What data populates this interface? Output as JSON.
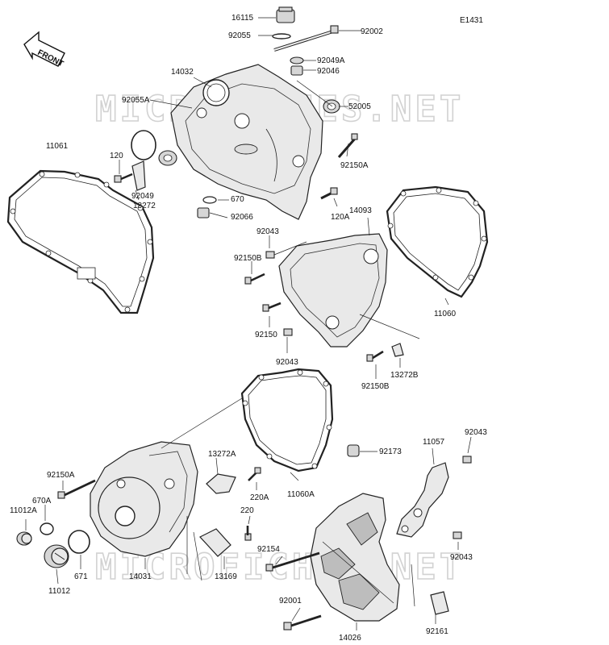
{
  "diagram": {
    "code": "E1431",
    "direction_label": "FRONT",
    "watermark": "MICROFICHES.NET",
    "part_labels": [
      "16115",
      "92055",
      "92002",
      "92049A",
      "92046",
      "14032",
      "92055A",
      "52005",
      "11061",
      "120",
      "92049",
      "13272",
      "670",
      "92066",
      "92150A",
      "120A",
      "14093",
      "92043",
      "92150B",
      "11060",
      "92150",
      "92043",
      "92150B",
      "13272B",
      "92150A",
      "670A",
      "11012A",
      "13272A",
      "220A",
      "11060A",
      "220",
      "671",
      "11012",
      "14031",
      "13169",
      "92154",
      "92173",
      "11057",
      "92043",
      "92043",
      "92001",
      "14026",
      "92161"
    ]
  }
}
